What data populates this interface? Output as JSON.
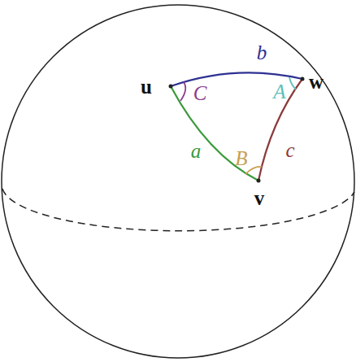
{
  "diagram": {
    "labels": [
      "u",
      "w",
      "v",
      "b",
      "a",
      "c",
      "C",
      "A",
      "B"
    ]
  }
}
